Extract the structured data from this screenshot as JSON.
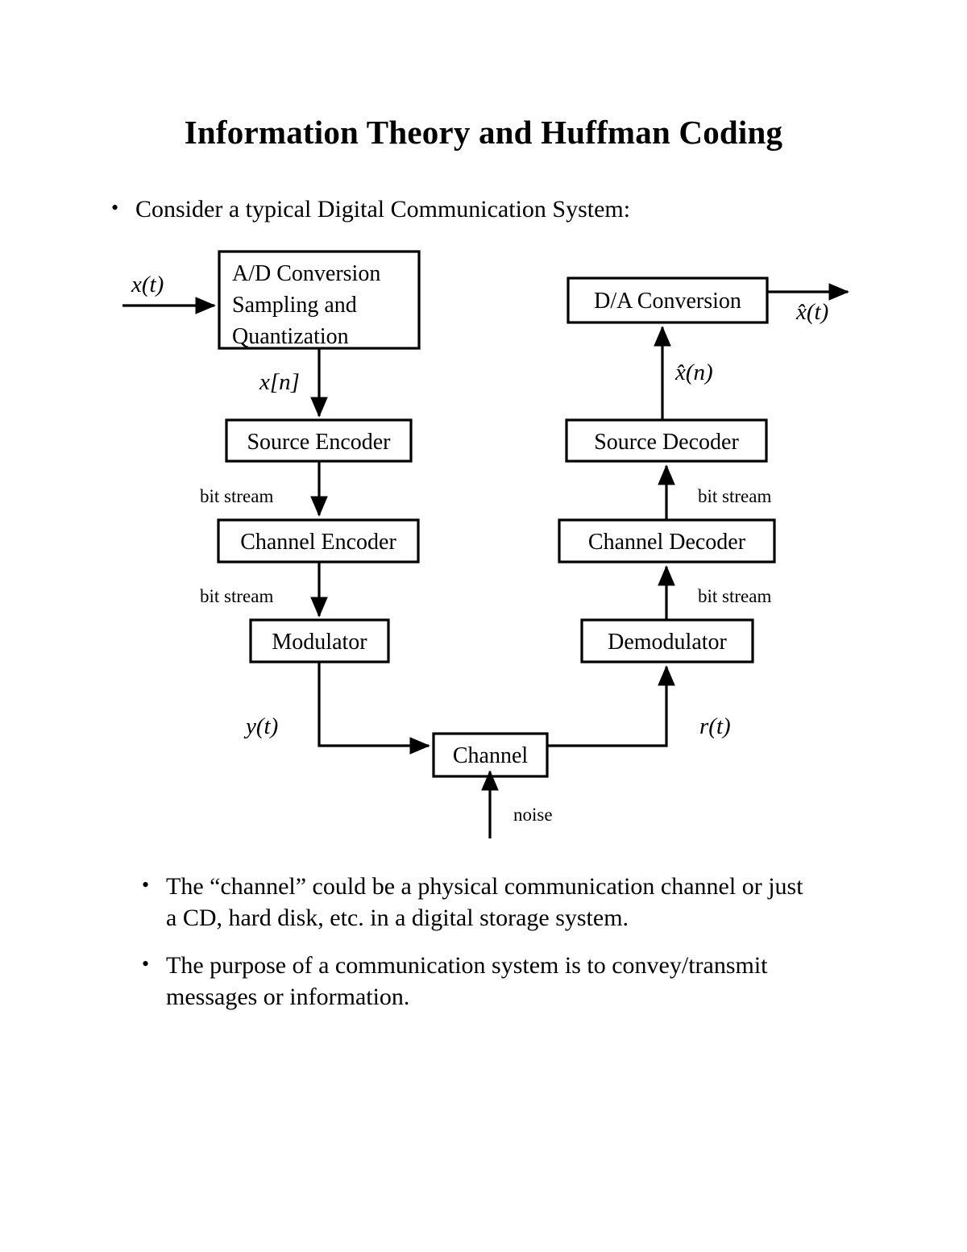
{
  "document": {
    "title": "Information Theory and Huffman Coding",
    "bullets": {
      "intro": "Consider a typical Digital Communication System:",
      "note_1": "The “channel” could be a physical communication channel or just a CD, hard disk, etc. in a digital storage system.",
      "note_2": "The purpose of a communication system is to convey/transmit messages or information.",
      "marker": "•"
    }
  },
  "diagram": {
    "name": "digital-communication-system-block-diagram",
    "boxes": {
      "ad_conversion_line1": "A/D Conversion",
      "ad_conversion_line2": "Sampling and",
      "ad_conversion_line3": "Quantization",
      "source_encoder": "Source Encoder",
      "channel_encoder": "Channel Encoder",
      "modulator": "Modulator",
      "channel": "Channel",
      "demodulator": "Demodulator",
      "channel_decoder": "Channel Decoder",
      "source_decoder": "Source Decoder",
      "da_conversion": "D/A Conversion"
    },
    "signals": {
      "input_analog": "x(t)",
      "sampled": "x[n]",
      "modulated": "y(t)",
      "received": "r(t)",
      "decoded_discrete": "x̂(n)",
      "output_analog": "x̂(t)"
    },
    "labels": {
      "bit_stream_1": "bit stream",
      "bit_stream_2": "bit stream",
      "bit_stream_3": "bit stream",
      "bit_stream_4": "bit stream",
      "noise": "noise"
    },
    "colors": {
      "stroke": "#000000",
      "fill": "#ffffff",
      "text": "#000000"
    }
  }
}
